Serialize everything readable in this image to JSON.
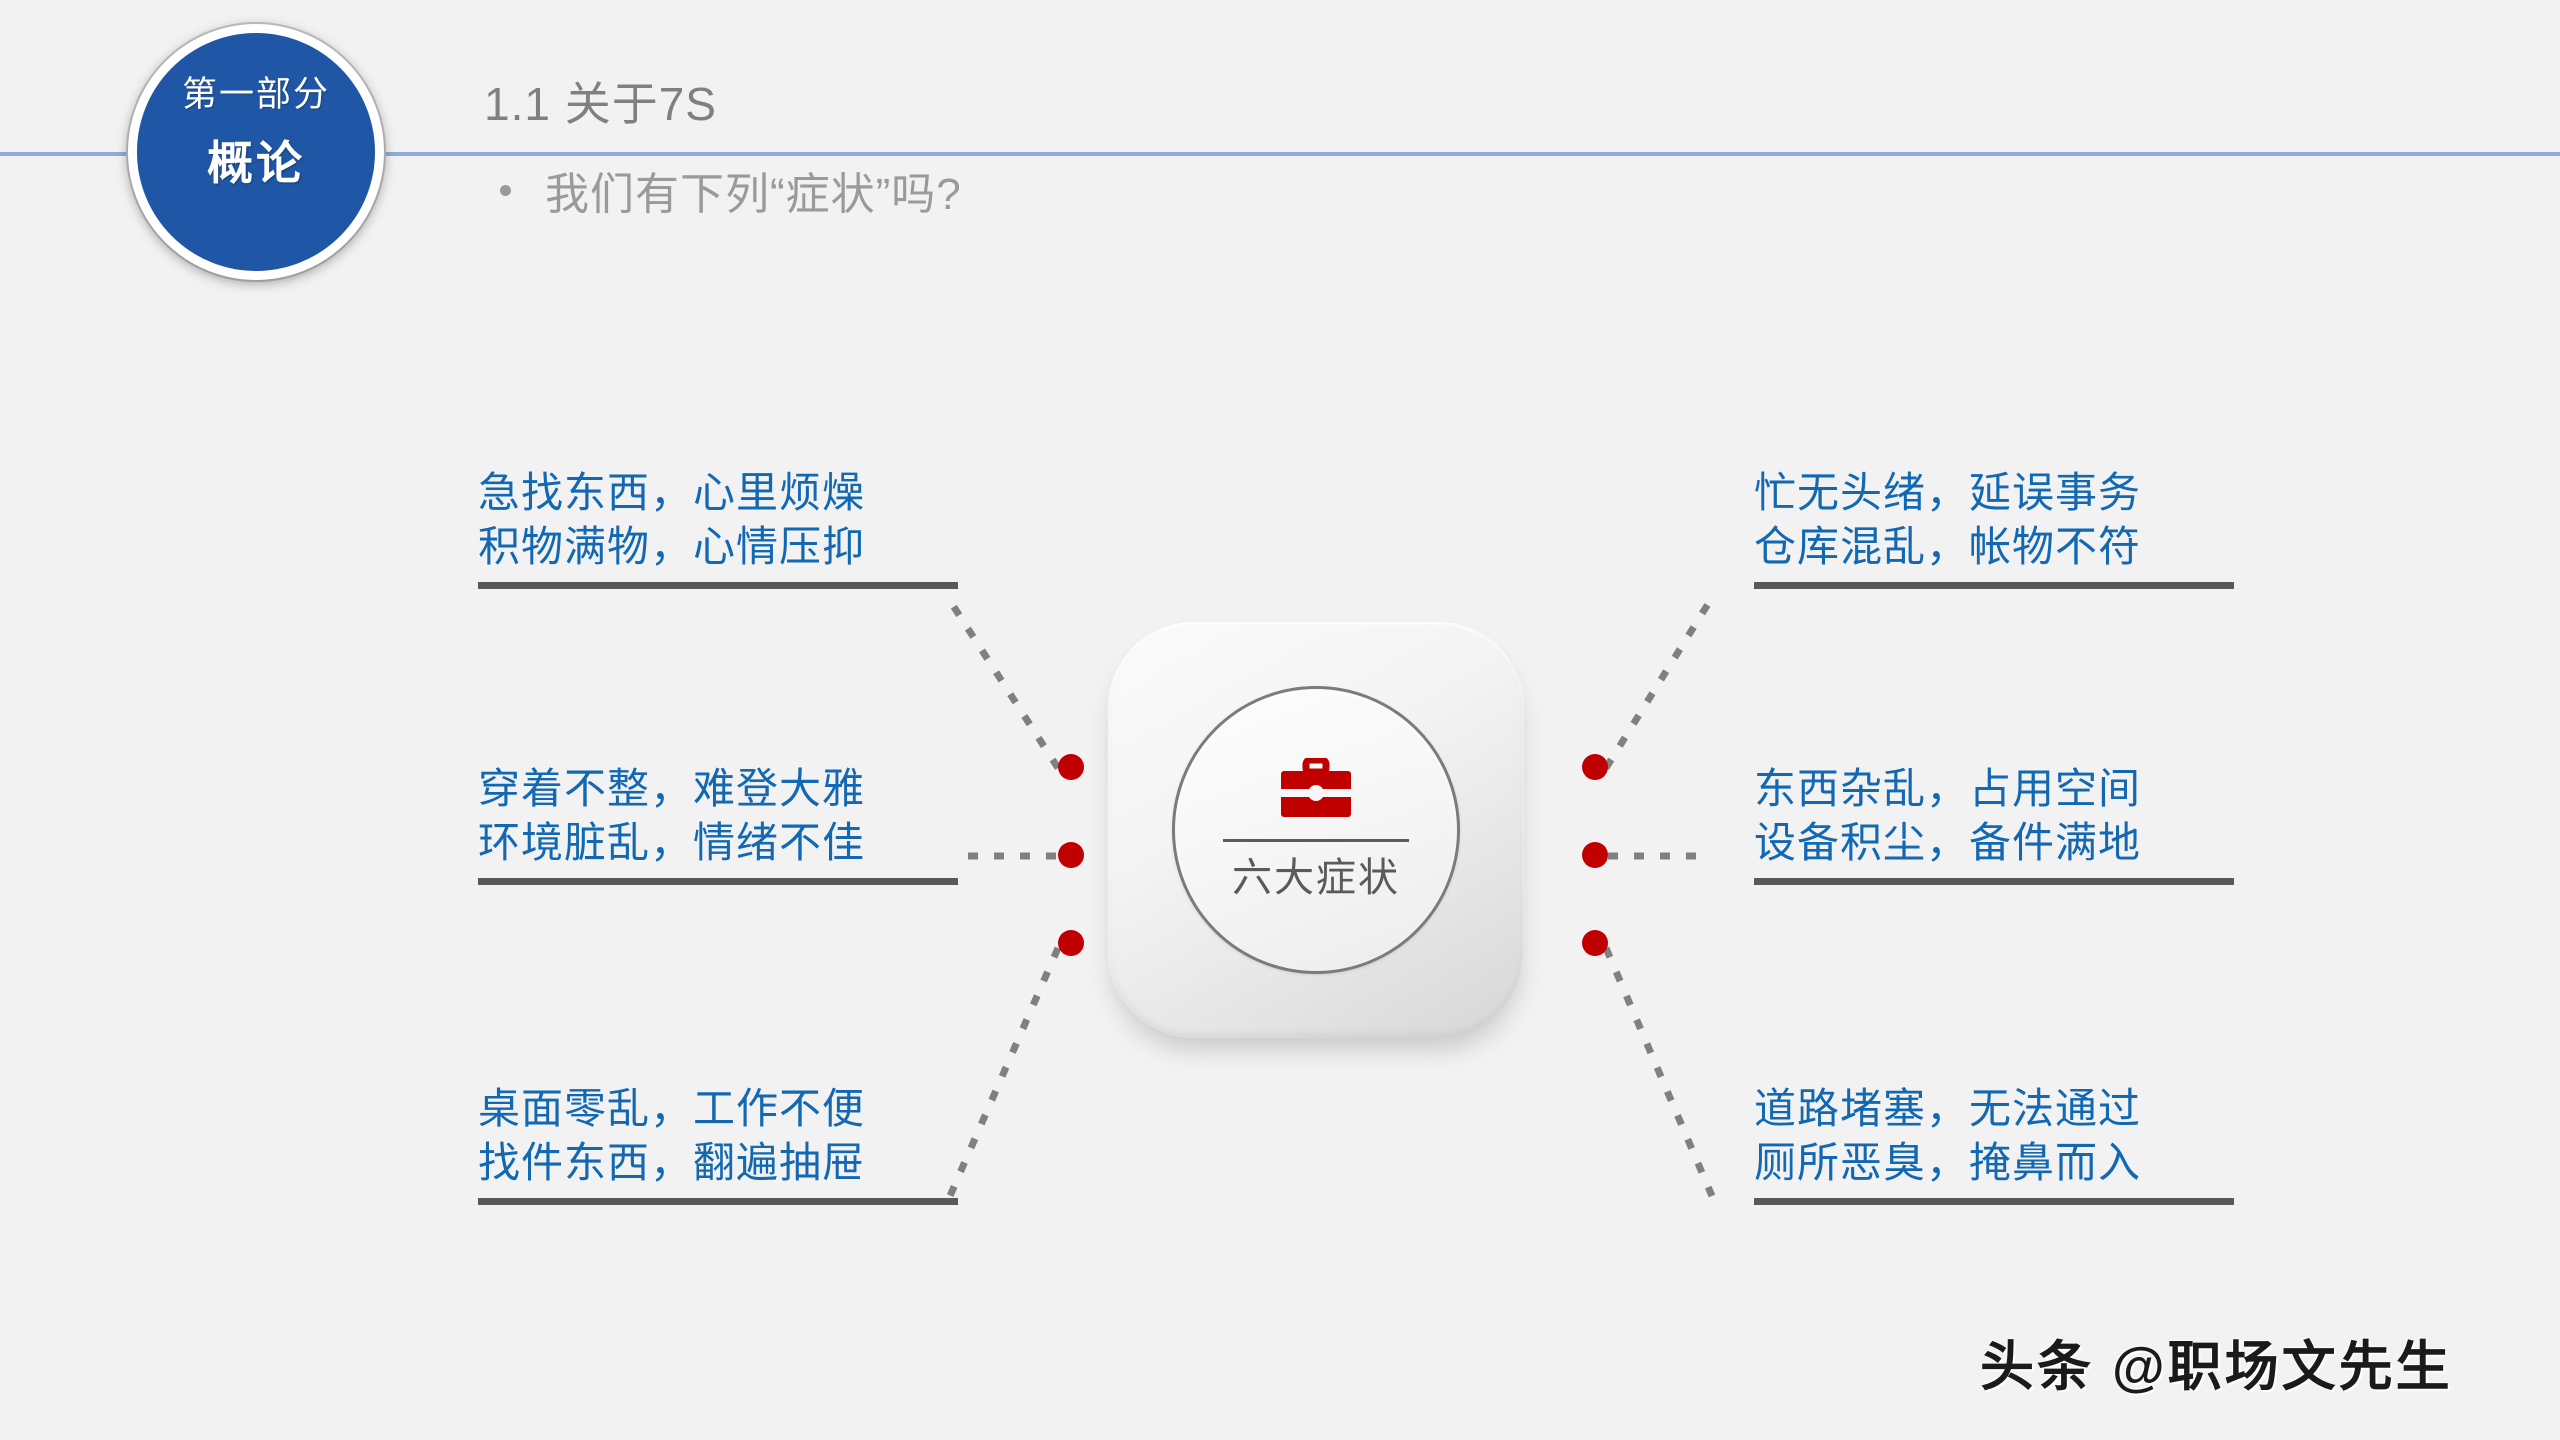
{
  "slide": {
    "background_color": "#f2f2f2",
    "accent_blue": "#1268b3",
    "badge_blue": "#1f57a6",
    "dot_red": "#c00000",
    "rule_gray": "#595959",
    "header_rule_color": "#8eabdb"
  },
  "badge": {
    "top_label": "第一部分",
    "main_label": "概论"
  },
  "header": {
    "title": "1.1  关于7S",
    "bullet": "我们有下列“症状”吗?"
  },
  "center": {
    "icon": "briefcase-icon",
    "label": "六大症状"
  },
  "symptoms": {
    "left": [
      {
        "line1": "急找东西，心里烦燥",
        "line2": "积物满物，心情压抑"
      },
      {
        "line1": "穿着不整，难登大雅",
        "line2": "环境脏乱，情绪不佳"
      },
      {
        "line1": "桌面零乱，工作不便",
        "line2": "找件东西，翻遍抽屉"
      }
    ],
    "right": [
      {
        "line1": "忙无头绪，延误事务",
        "line2": "仓库混乱，帐物不符"
      },
      {
        "line1": "东西杂乱，占用空间",
        "line2": "设备积尘，备件满地"
      },
      {
        "line1": "道路堵塞，无法通过",
        "line2": "厕所恶臭，掩鼻而入"
      }
    ]
  },
  "watermark": {
    "text": "头条 @职场文先生"
  }
}
